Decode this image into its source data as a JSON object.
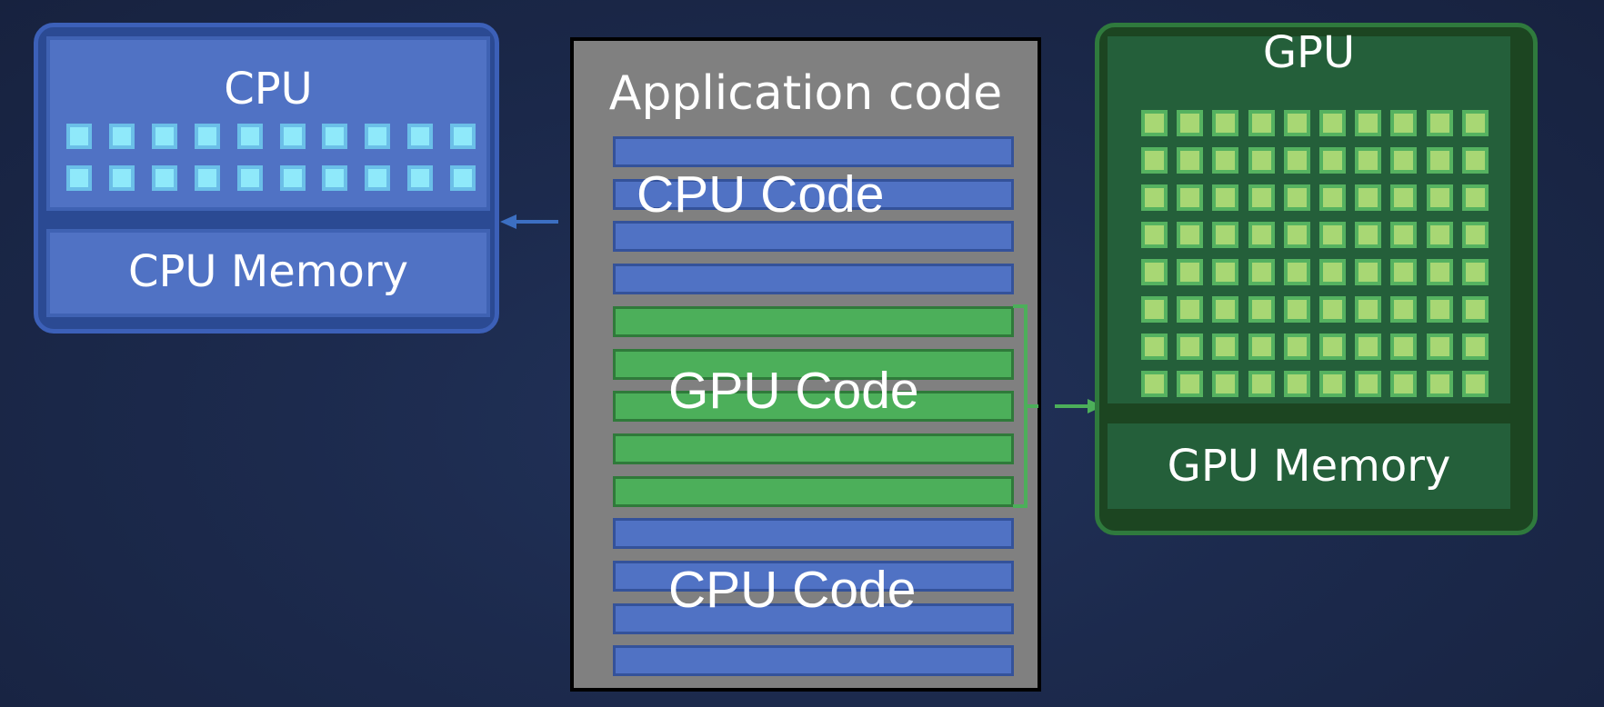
{
  "cpu": {
    "title": "CPU",
    "memory_label": "CPU Memory",
    "core_rows": 2,
    "core_cols": 10
  },
  "app": {
    "title": "Application code",
    "sections": [
      {
        "label": "CPU Code",
        "kind": "cpu"
      },
      {
        "label": "GPU Code",
        "kind": "gpu"
      },
      {
        "label": "CPU Code",
        "kind": "cpu"
      }
    ]
  },
  "gpu": {
    "title": "GPU",
    "memory_label": "GPU Memory",
    "core_rows": 8,
    "core_cols": 10
  },
  "colors": {
    "cpu_accent": "#3c6fc2",
    "gpu_accent": "#4caf5a"
  }
}
